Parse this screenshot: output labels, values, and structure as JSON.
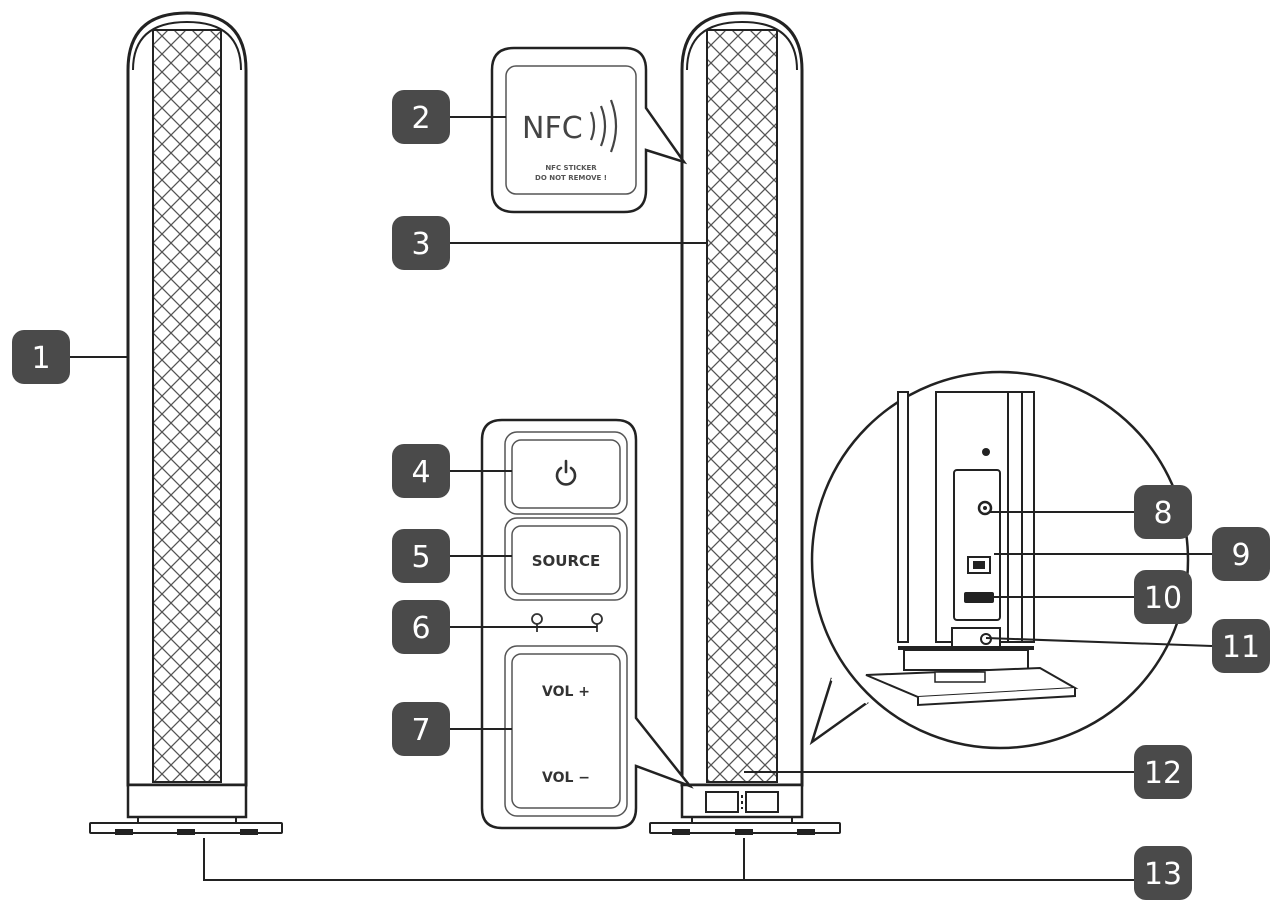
{
  "callouts": [
    "1",
    "2",
    "3",
    "4",
    "5",
    "6",
    "7",
    "8",
    "9",
    "10",
    "11",
    "12",
    "13"
  ],
  "nfc_sticker": {
    "logo": "NFC",
    "line1": "NFC STICKER",
    "line2": "DO NOT REMOVE !"
  },
  "control_panel": {
    "source_label": "SOURCE",
    "vol_up_label": "VOL +",
    "vol_down_label": "VOL −"
  },
  "icons": {
    "power": "power-icon",
    "nfc_waves": "nfc-waves-icon"
  },
  "colors": {
    "callout_fill": "#4a4a4a",
    "line": "#222222",
    "grille": "#555555"
  }
}
